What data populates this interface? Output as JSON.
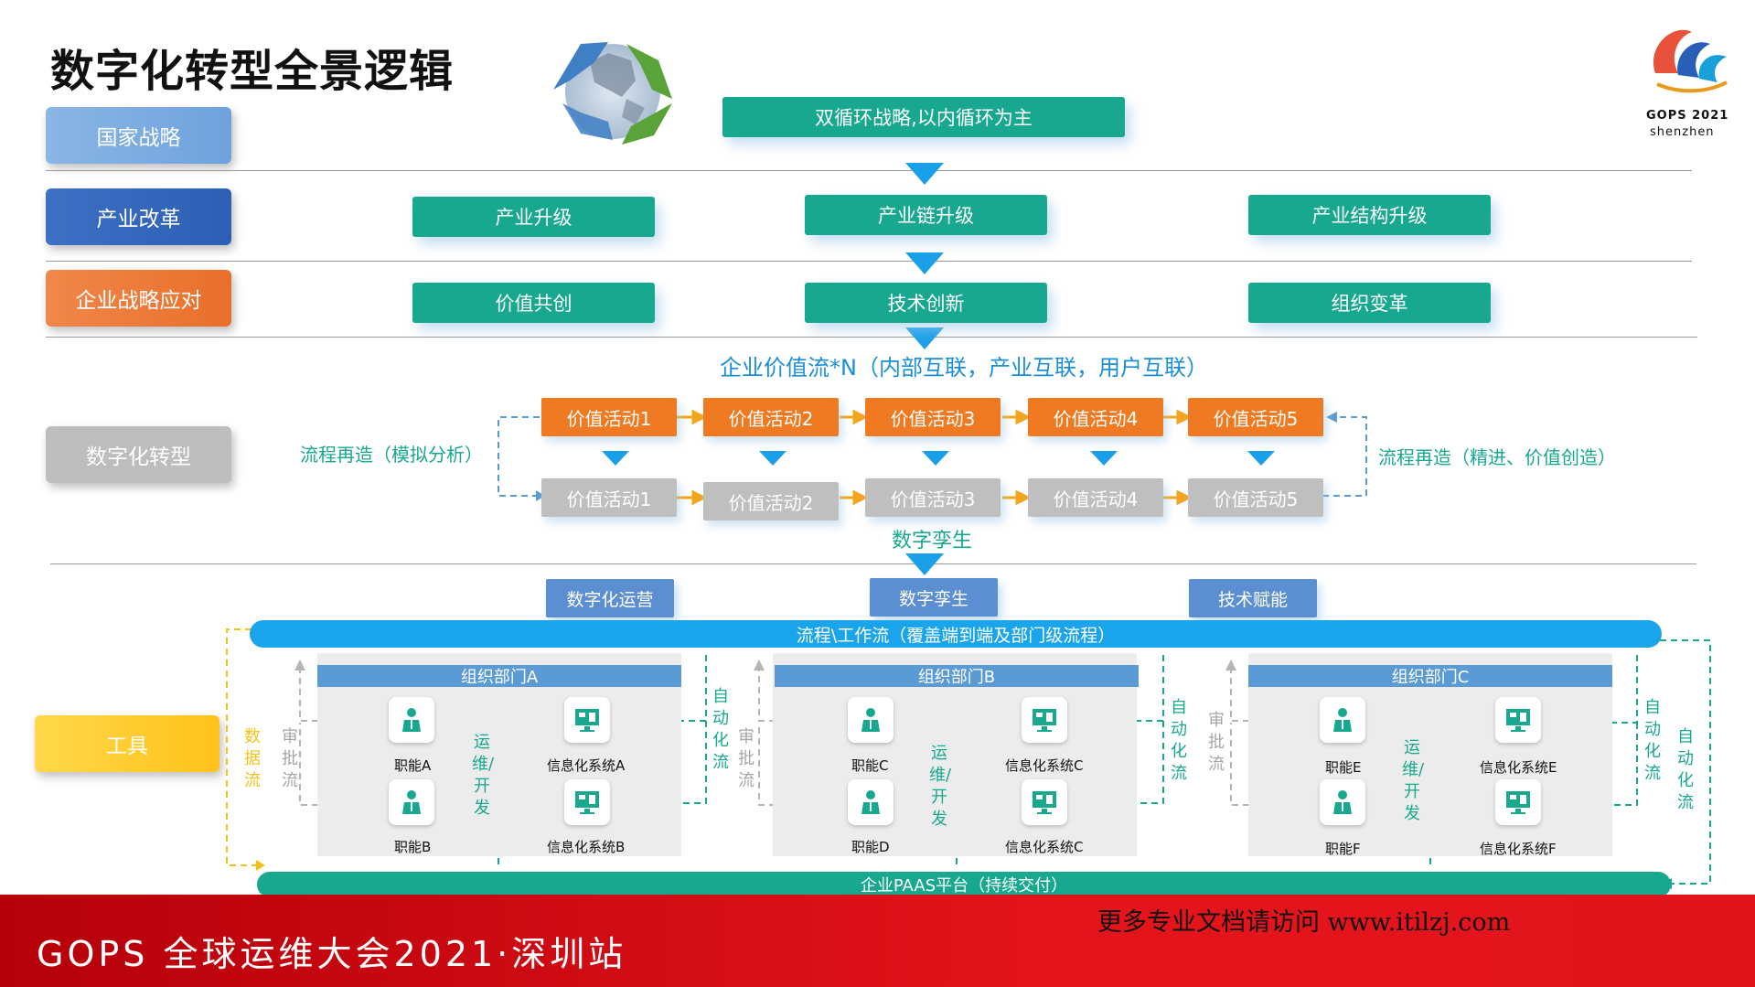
{
  "title": "数字化转型全景逻辑",
  "logo": {
    "text1": "GOPS 2021",
    "text2": "shenzhen"
  },
  "categories": {
    "national": "国家战略",
    "industry": "产业改革",
    "enterprise": "企业战略应对",
    "digital": "数字化转型",
    "tools": "工具"
  },
  "colors": {
    "teal": "#17a88f",
    "orange": "#ef7a22",
    "blue": "#1a8fd8",
    "footer": "#e4141b"
  },
  "national_box": "双循环战略,以内循环为主",
  "industry_boxes": [
    "产业升级",
    "产业链升级",
    "产业结构升级"
  ],
  "enterprise_boxes": [
    "价值共创",
    "技术创新",
    "组织变革"
  ],
  "value_stream_title": "企业价值流*N（内部互联，产业互联，用户互联）",
  "value_activities": [
    "价值活动1",
    "价值活动2",
    "价值活动3",
    "价值活动4",
    "价值活动5"
  ],
  "digital_activities": [
    "价值活动1",
    "价值活动2",
    "价值活动3",
    "价值活动4",
    "价值活动5"
  ],
  "left_process": "流程再造（模拟分析）",
  "right_process": "流程再造（精进、价值创造）",
  "twin_label": "数字孪生",
  "enablers": [
    "数字化运营",
    "数字孪生",
    "技术赋能"
  ],
  "workflow_bar": "流程\\工作流（覆盖端到端及部门级流程）",
  "paas_bar": "企业PAAS平台（持续交付）",
  "departments": [
    {
      "name": "组织部门A",
      "func1": "职能A",
      "func2": "职能B",
      "sys1": "信息化系统A",
      "sys2": "信息化系统B"
    },
    {
      "name": "组织部门B",
      "func1": "职能C",
      "func2": "职能D",
      "sys1": "信息化系统C",
      "sys2": "信息化系统C"
    },
    {
      "name": "组织部门C",
      "func1": "职能E",
      "func2": "职能F",
      "sys1": "信息化系统E",
      "sys2": "信息化系统F"
    }
  ],
  "flow_labels": {
    "data_flow": "数据流",
    "approval": "审批流",
    "ops_dev": "运维/开发",
    "auto": "自动化流"
  },
  "footer": "GOPS 全球运维大会2021·深圳站",
  "url_text": "更多专业文档请访问 www.itilzj.com"
}
